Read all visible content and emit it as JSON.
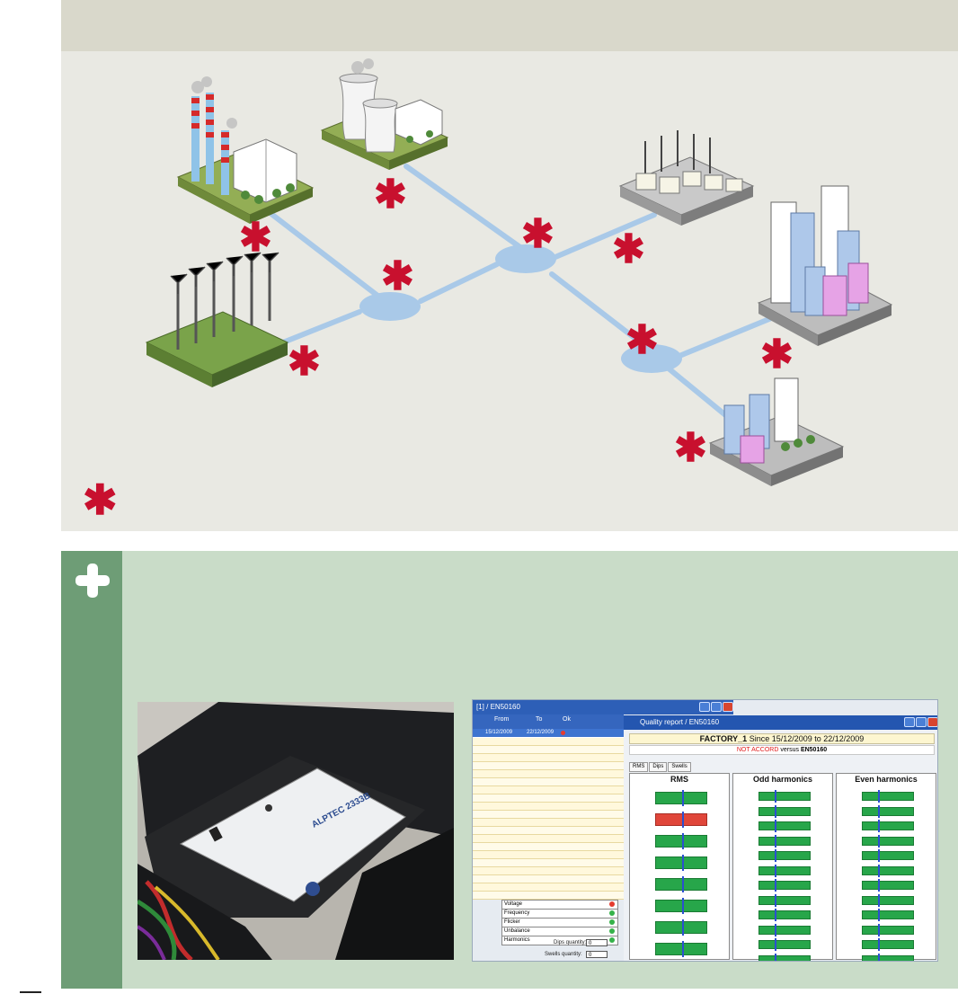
{
  "colors": {
    "top_band": "#d9d8cb",
    "diagram_bg": "#e9e9e3",
    "network_link": "#a9c9e8",
    "node": "#a9c9e8",
    "star": "#c8102e",
    "bottom_panel": "#c9dcc8",
    "side_strip": "#6e9d76"
  },
  "diagram": {
    "sites": [
      {
        "name": "thermal-power-plant"
      },
      {
        "name": "nuclear-power-plant"
      },
      {
        "name": "wind-farm"
      },
      {
        "name": "electrical-substation"
      },
      {
        "name": "city-district-large"
      },
      {
        "name": "city-district-small"
      }
    ],
    "nodes": [
      {
        "name": "junction-left"
      },
      {
        "name": "junction-center"
      },
      {
        "name": "junction-right"
      }
    ],
    "marker_symbol": "✱"
  },
  "software": {
    "list_window_title": "[1] / EN50160",
    "list_headers": [
      "From",
      "To",
      "Ok"
    ],
    "first_row": {
      "from": "15/12/2009",
      "to": "22/12/2009"
    },
    "status_items": [
      {
        "label": "Voltage",
        "state": "red"
      },
      {
        "label": "Frequency",
        "state": "green"
      },
      {
        "label": "Flicker",
        "state": "green"
      },
      {
        "label": "Unbalance",
        "state": "green"
      },
      {
        "label": "Harmonics",
        "state": "green"
      }
    ],
    "dips_label": "Dips quantity:",
    "dips_value": "0",
    "swells_label": "Swells quantity:",
    "swells_value": "0",
    "report_window_title": "Quality report / EN50160",
    "factory_name": "FACTORY_1",
    "since_text": "Since 15/12/2009 to 22/12/2009",
    "accord_status": "NOT ACCORD",
    "accord_versus": "versus",
    "accord_standard": "EN50160",
    "tabs": [
      "RMS",
      "Dips",
      "Swells"
    ],
    "sections": [
      "RMS",
      "Odd harmonics",
      "Even harmonics"
    ]
  },
  "device": {
    "brand_label": "ALPTEC 2333B"
  }
}
